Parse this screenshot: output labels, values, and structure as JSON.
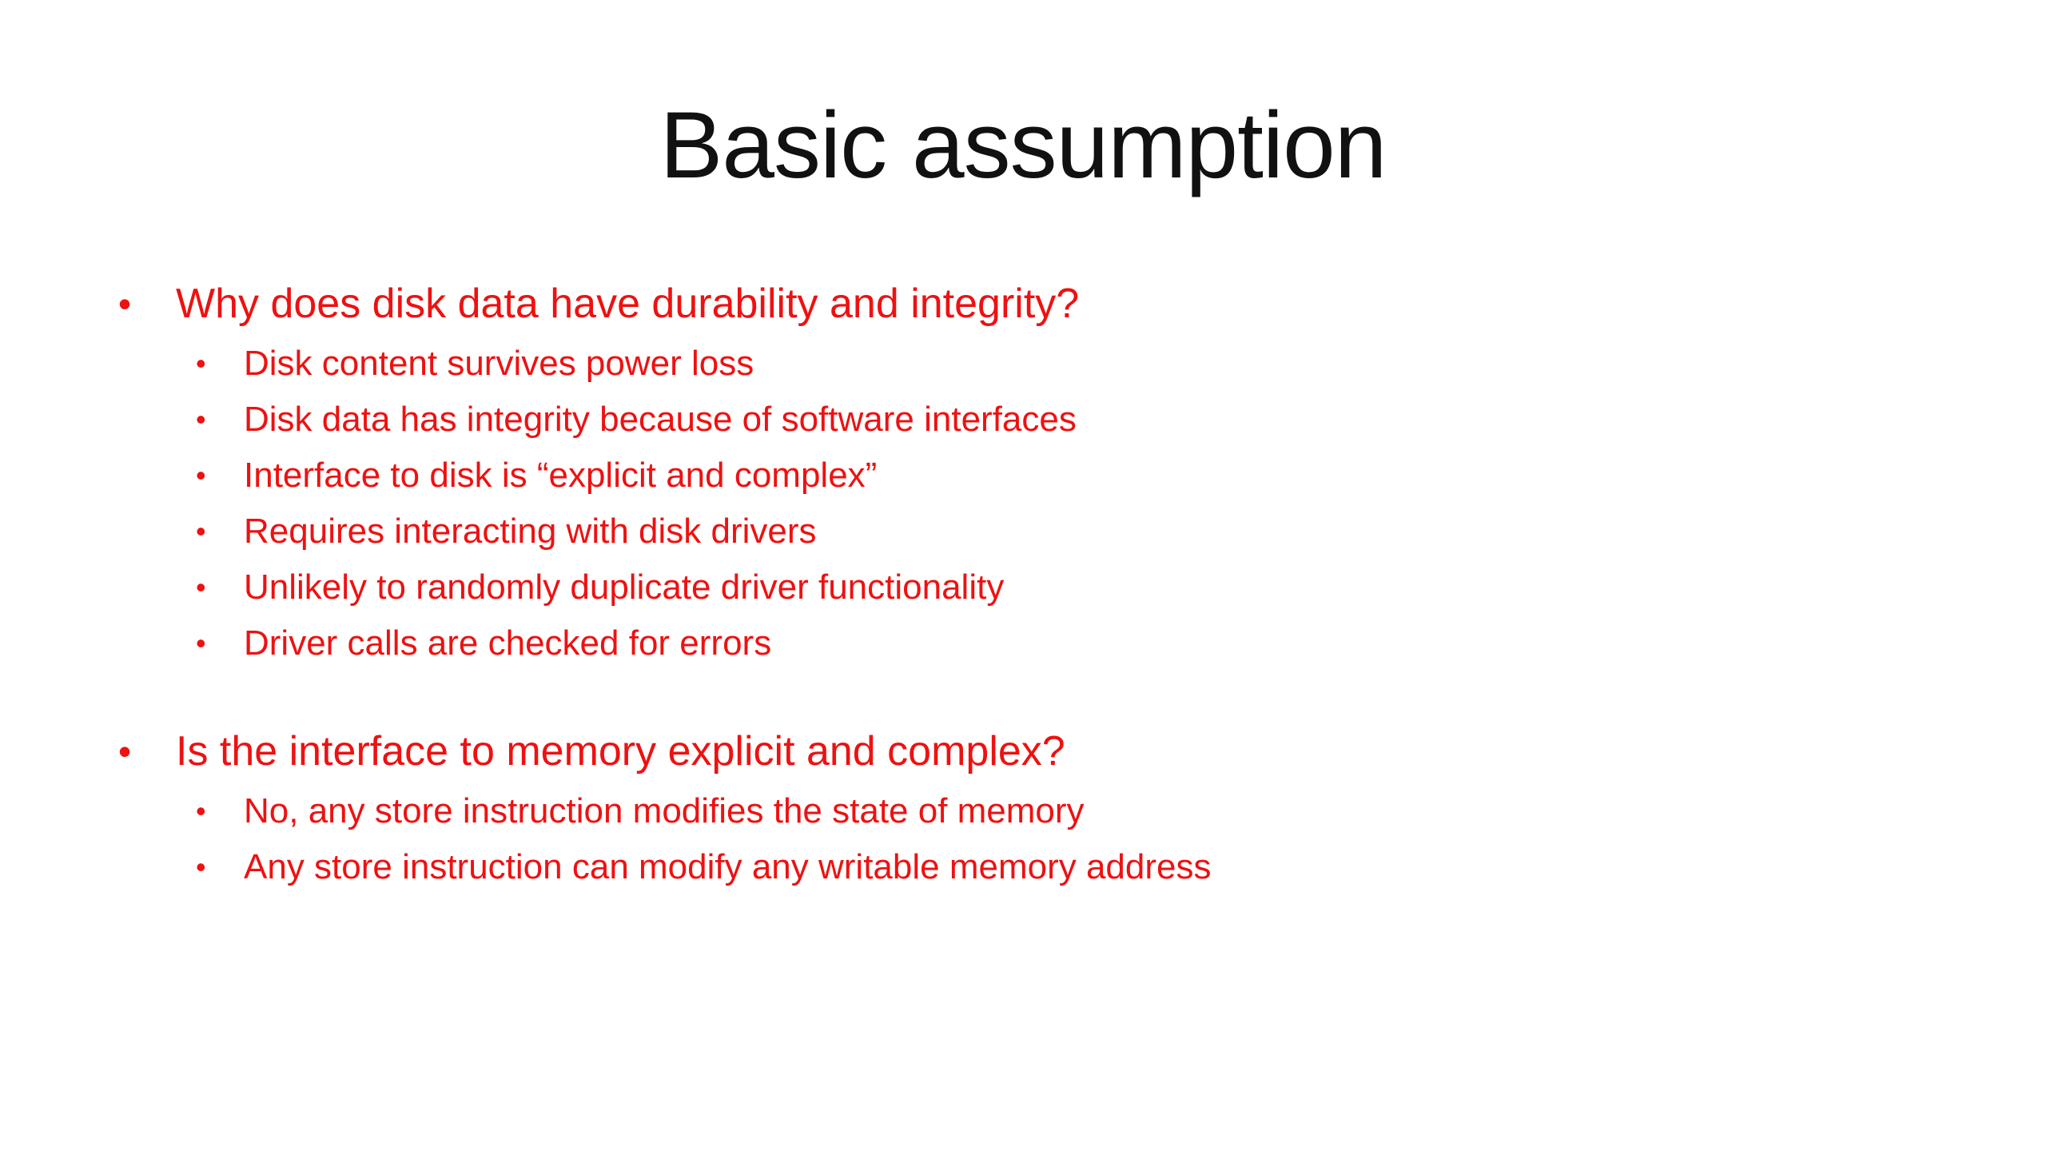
{
  "slide": {
    "title": "Basic assumption",
    "accent_color": "#ee1111",
    "bullet_glyph": "•",
    "groups": [
      {
        "heading": "Why does disk data have durability and integrity?",
        "items": [
          "Disk content survives power loss",
          "Disk data has integrity because of software interfaces",
          "Interface to disk is “explicit and complex”",
          "Requires interacting with disk drivers",
          "Unlikely to randomly duplicate driver functionality",
          "Driver calls are checked for errors"
        ]
      },
      {
        "heading": "Is the interface to memory explicit and complex?",
        "items": [
          "No, any store instruction modifies the state of memory",
          "Any store instruction can modify any writable memory address"
        ]
      }
    ]
  }
}
